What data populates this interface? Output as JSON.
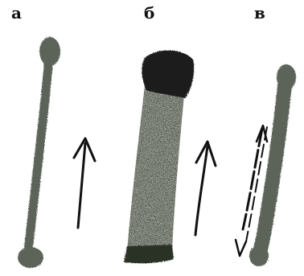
{
  "panels": [
    {
      "label": "а"
    },
    {
      "label": "б"
    },
    {
      "label": "в"
    }
  ],
  "colors": {
    "background": "#ffffff",
    "stroke_gray": "#5b6358",
    "stroke_dark": "#2b3028",
    "brush_body": "#4b5245",
    "brush_top": "#1c1f1a",
    "arrow": "#111111"
  },
  "arrows": [
    {
      "panel": "а",
      "direction": "up"
    },
    {
      "panel": "б",
      "direction": "up"
    },
    {
      "panel": "в",
      "direction": "up-and-down"
    }
  ]
}
